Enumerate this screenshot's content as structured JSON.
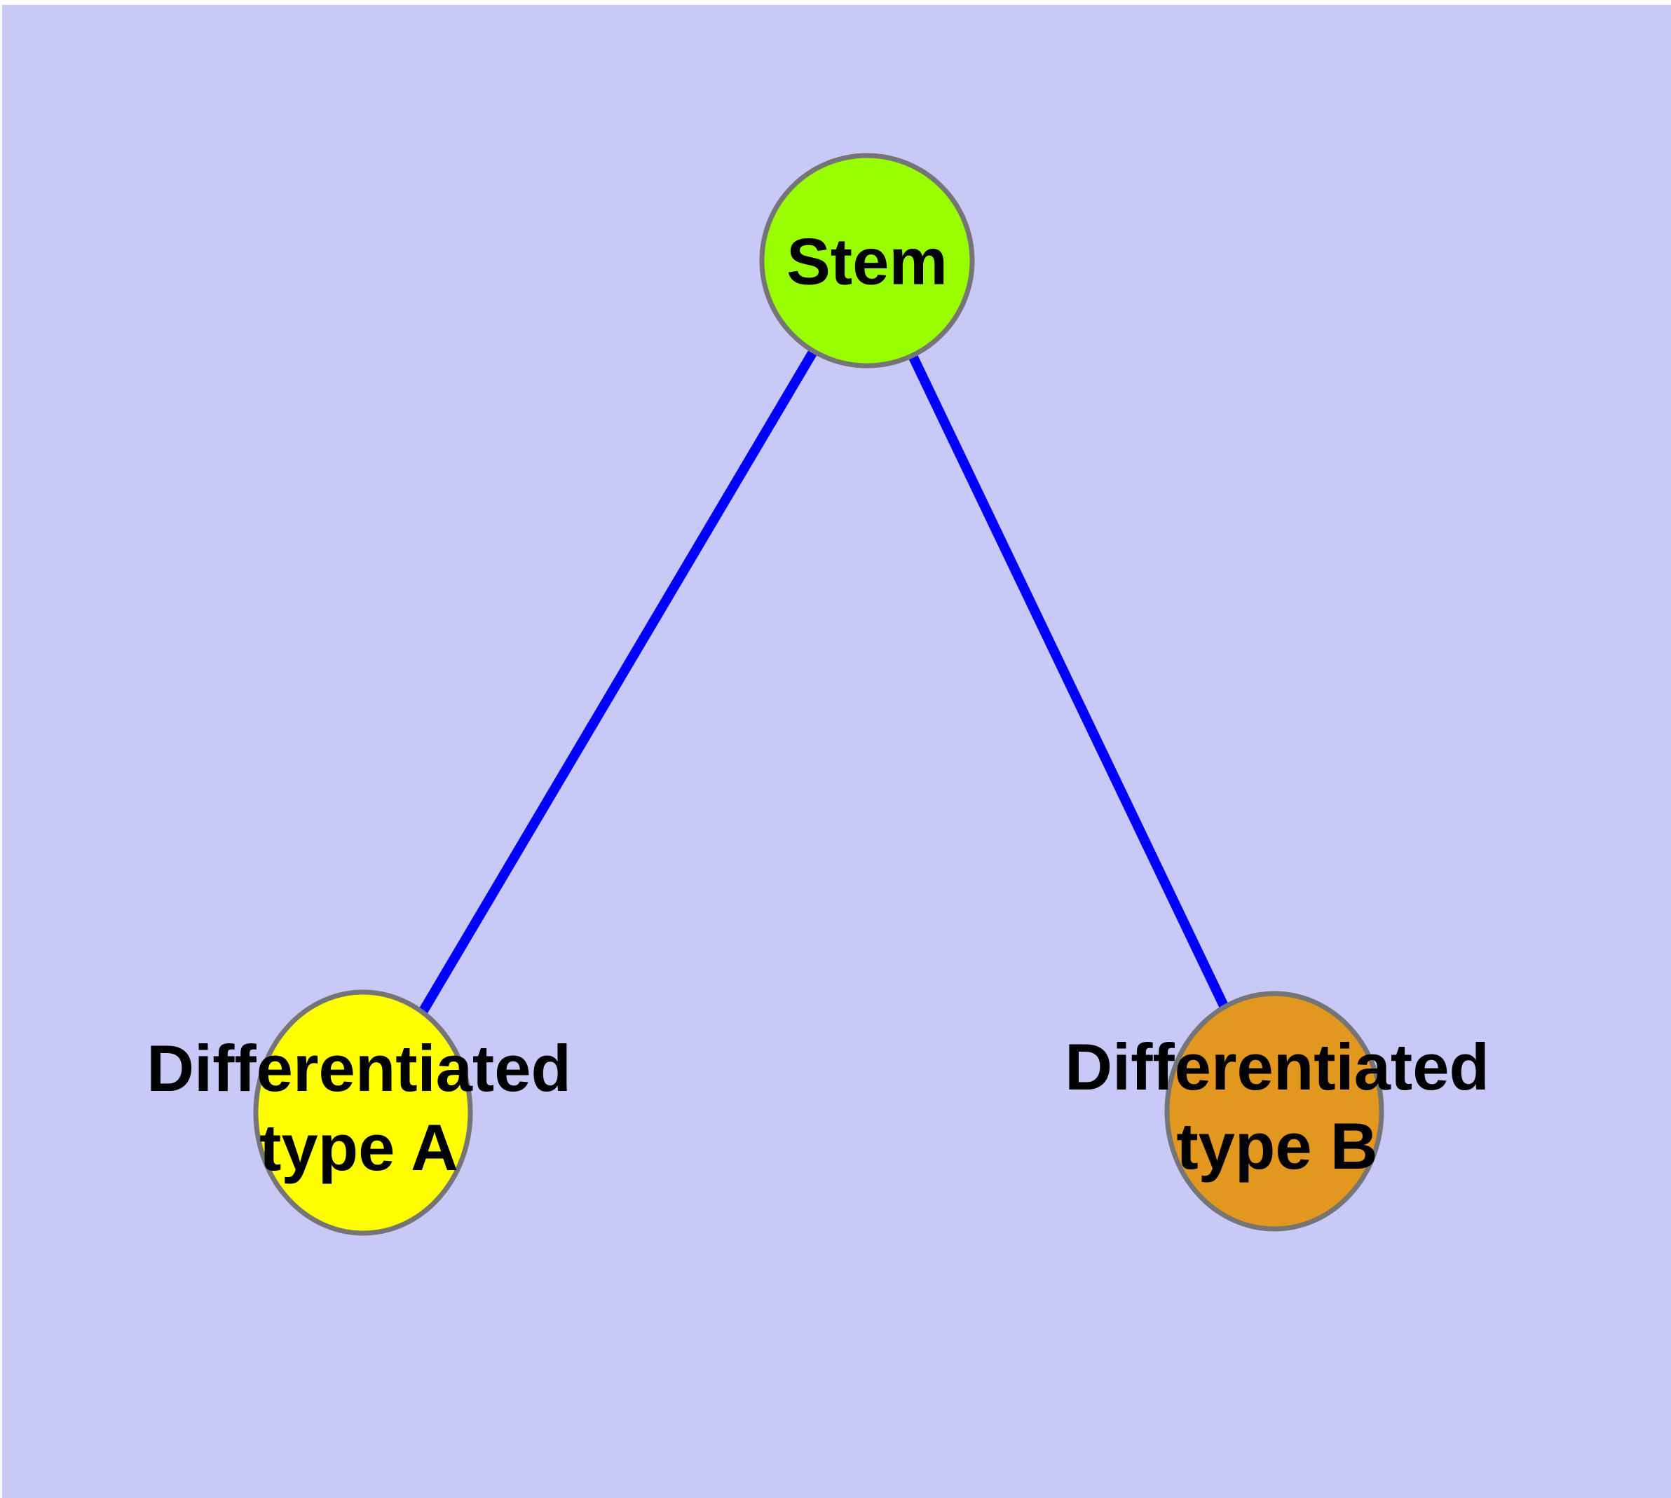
{
  "canvas": {
    "background": "#C9C9F8",
    "page_edge": "#FFFFFF"
  },
  "nodes": {
    "stem": {
      "label": "Stem",
      "fill": "#99FF00",
      "border": "#757575"
    },
    "type_a": {
      "label": "Differentiated\ntype A",
      "fill": "#FFFF00",
      "border": "#757575"
    },
    "type_b": {
      "label": "Differentiated\ntype B",
      "fill": "#E2981E",
      "border": "#757575"
    }
  },
  "edges": {
    "color": "#0000FF",
    "items": [
      {
        "from": "Stem",
        "to": "Differentiated type A"
      },
      {
        "from": "Stem",
        "to": "Differentiated type B"
      }
    ]
  }
}
